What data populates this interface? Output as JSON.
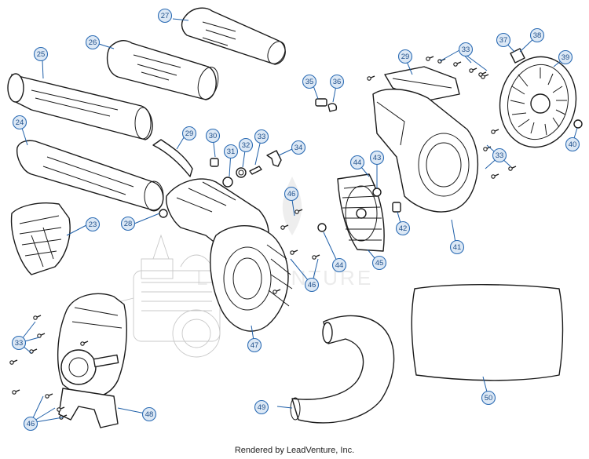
{
  "diagram": {
    "callouts": [
      {
        "label": "27"
      },
      {
        "label": "26"
      },
      {
        "label": "25"
      },
      {
        "label": "24"
      },
      {
        "label": "23"
      },
      {
        "label": "29"
      },
      {
        "label": "30"
      },
      {
        "label": "31"
      },
      {
        "label": "32"
      },
      {
        "label": "33"
      },
      {
        "label": "34"
      },
      {
        "label": "28"
      },
      {
        "label": "35"
      },
      {
        "label": "36"
      },
      {
        "label": "29"
      },
      {
        "label": "33"
      },
      {
        "label": "37"
      },
      {
        "label": "38"
      },
      {
        "label": "39"
      },
      {
        "label": "40"
      },
      {
        "label": "33"
      },
      {
        "label": "44"
      },
      {
        "label": "43"
      },
      {
        "label": "46"
      },
      {
        "label": "42"
      },
      {
        "label": "41"
      },
      {
        "label": "44"
      },
      {
        "label": "45"
      },
      {
        "label": "46"
      },
      {
        "label": "33"
      },
      {
        "label": "47"
      },
      {
        "label": "46"
      },
      {
        "label": "48"
      },
      {
        "label": "49"
      },
      {
        "label": "50"
      }
    ]
  },
  "watermark": {
    "text": "LEADVENTURE"
  },
  "footer": {
    "text": "Rendered by LeadVenture, Inc."
  }
}
